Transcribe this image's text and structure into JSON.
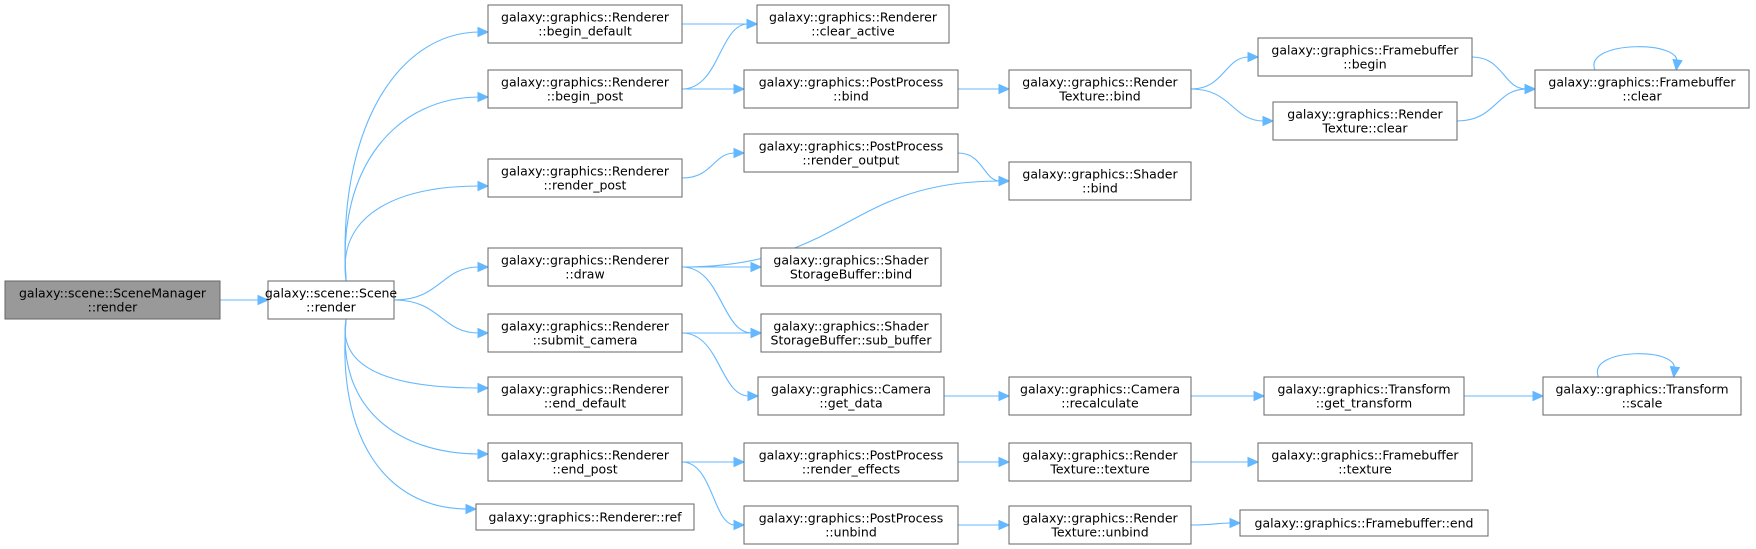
{
  "nodes": [
    {
      "id": "scenemanager_render",
      "lines": [
        "galaxy::scene::SceneManager",
        "::render"
      ],
      "root": true
    },
    {
      "id": "scene_render",
      "lines": [
        "galaxy::scene::Scene",
        "::render"
      ]
    },
    {
      "id": "renderer_begin_default",
      "lines": [
        "galaxy::graphics::Renderer",
        "::begin_default"
      ]
    },
    {
      "id": "renderer_begin_post",
      "lines": [
        "galaxy::graphics::Renderer",
        "::begin_post"
      ]
    },
    {
      "id": "renderer_render_post",
      "lines": [
        "galaxy::graphics::Renderer",
        "::render_post"
      ]
    },
    {
      "id": "renderer_draw",
      "lines": [
        "galaxy::graphics::Renderer",
        "::draw"
      ]
    },
    {
      "id": "renderer_submit_camera",
      "lines": [
        "galaxy::graphics::Renderer",
        "::submit_camera"
      ]
    },
    {
      "id": "renderer_end_default",
      "lines": [
        "galaxy::graphics::Renderer",
        "::end_default"
      ]
    },
    {
      "id": "renderer_end_post",
      "lines": [
        "galaxy::graphics::Renderer",
        "::end_post"
      ]
    },
    {
      "id": "renderer_ref",
      "lines": [
        "galaxy::graphics::Renderer::ref"
      ]
    },
    {
      "id": "renderer_clear_active",
      "lines": [
        "galaxy::graphics::Renderer",
        "::clear_active"
      ]
    },
    {
      "id": "postprocess_bind",
      "lines": [
        "galaxy::graphics::PostProcess",
        "::bind"
      ]
    },
    {
      "id": "postprocess_render_output",
      "lines": [
        "galaxy::graphics::PostProcess",
        "::render_output"
      ]
    },
    {
      "id": "ssb_bind",
      "lines": [
        "galaxy::graphics::Shader",
        "StorageBuffer::bind"
      ]
    },
    {
      "id": "ssb_sub_buffer",
      "lines": [
        "galaxy::graphics::Shader",
        "StorageBuffer::sub_buffer"
      ]
    },
    {
      "id": "camera_get_data",
      "lines": [
        "galaxy::graphics::Camera",
        "::get_data"
      ]
    },
    {
      "id": "postprocess_render_effects",
      "lines": [
        "galaxy::graphics::PostProcess",
        "::render_effects"
      ]
    },
    {
      "id": "postprocess_unbind",
      "lines": [
        "galaxy::graphics::PostProcess",
        "::unbind"
      ]
    },
    {
      "id": "rendertexture_bind",
      "lines": [
        "galaxy::graphics::Render",
        "Texture::bind"
      ]
    },
    {
      "id": "shader_bind",
      "lines": [
        "galaxy::graphics::Shader",
        "::bind"
      ]
    },
    {
      "id": "camera_recalculate",
      "lines": [
        "galaxy::graphics::Camera",
        "::recalculate"
      ]
    },
    {
      "id": "rendertexture_texture",
      "lines": [
        "galaxy::graphics::Render",
        "Texture::texture"
      ]
    },
    {
      "id": "rendertexture_unbind",
      "lines": [
        "galaxy::graphics::Render",
        "Texture::unbind"
      ]
    },
    {
      "id": "framebuffer_begin",
      "lines": [
        "galaxy::graphics::Framebuffer",
        "::begin"
      ]
    },
    {
      "id": "rendertexture_clear",
      "lines": [
        "galaxy::graphics::Render",
        "Texture::clear"
      ]
    },
    {
      "id": "transform_get_transform",
      "lines": [
        "galaxy::graphics::Transform",
        "::get_transform"
      ]
    },
    {
      "id": "framebuffer_texture",
      "lines": [
        "galaxy::graphics::Framebuffer",
        "::texture"
      ]
    },
    {
      "id": "framebuffer_end",
      "lines": [
        "galaxy::graphics::Framebuffer::end"
      ]
    },
    {
      "id": "framebuffer_clear",
      "lines": [
        "galaxy::graphics::Framebuffer",
        "::clear"
      ]
    },
    {
      "id": "transform_scale",
      "lines": [
        "galaxy::graphics::Transform",
        "::scale"
      ]
    }
  ],
  "edges": [
    {
      "from": "scenemanager_render",
      "to": "scene_render"
    },
    {
      "from": "scene_render",
      "to": "renderer_begin_default"
    },
    {
      "from": "scene_render",
      "to": "renderer_begin_post"
    },
    {
      "from": "scene_render",
      "to": "renderer_render_post"
    },
    {
      "from": "scene_render",
      "to": "renderer_draw"
    },
    {
      "from": "scene_render",
      "to": "renderer_submit_camera"
    },
    {
      "from": "scene_render",
      "to": "renderer_end_default"
    },
    {
      "from": "scene_render",
      "to": "renderer_end_post"
    },
    {
      "from": "scene_render",
      "to": "renderer_ref"
    },
    {
      "from": "renderer_begin_default",
      "to": "renderer_clear_active"
    },
    {
      "from": "renderer_begin_post",
      "to": "renderer_clear_active"
    },
    {
      "from": "renderer_begin_post",
      "to": "postprocess_bind"
    },
    {
      "from": "postprocess_bind",
      "to": "rendertexture_bind"
    },
    {
      "from": "rendertexture_bind",
      "to": "framebuffer_begin"
    },
    {
      "from": "rendertexture_bind",
      "to": "rendertexture_clear"
    },
    {
      "from": "framebuffer_begin",
      "to": "framebuffer_clear"
    },
    {
      "from": "rendertexture_clear",
      "to": "framebuffer_clear"
    },
    {
      "from": "framebuffer_clear",
      "to": "framebuffer_clear",
      "self": true
    },
    {
      "from": "renderer_render_post",
      "to": "postprocess_render_output"
    },
    {
      "from": "postprocess_render_output",
      "to": "shader_bind"
    },
    {
      "from": "renderer_draw",
      "to": "shader_bind"
    },
    {
      "from": "renderer_draw",
      "to": "ssb_bind"
    },
    {
      "from": "renderer_draw",
      "to": "ssb_sub_buffer"
    },
    {
      "from": "renderer_submit_camera",
      "to": "ssb_sub_buffer"
    },
    {
      "from": "renderer_submit_camera",
      "to": "camera_get_data"
    },
    {
      "from": "camera_get_data",
      "to": "camera_recalculate"
    },
    {
      "from": "camera_recalculate",
      "to": "transform_get_transform"
    },
    {
      "from": "transform_get_transform",
      "to": "transform_scale"
    },
    {
      "from": "transform_scale",
      "to": "transform_scale",
      "self": true
    },
    {
      "from": "renderer_end_post",
      "to": "postprocess_render_effects"
    },
    {
      "from": "renderer_end_post",
      "to": "postprocess_unbind"
    },
    {
      "from": "postprocess_render_effects",
      "to": "rendertexture_texture"
    },
    {
      "from": "rendertexture_texture",
      "to": "framebuffer_texture"
    },
    {
      "from": "postprocess_unbind",
      "to": "rendertexture_unbind"
    },
    {
      "from": "rendertexture_unbind",
      "to": "framebuffer_end"
    }
  ],
  "colors": {
    "edge": "#63b8ff",
    "node_border": "#666666",
    "root_fill": "#999999",
    "node_fill": "#ffffff"
  }
}
